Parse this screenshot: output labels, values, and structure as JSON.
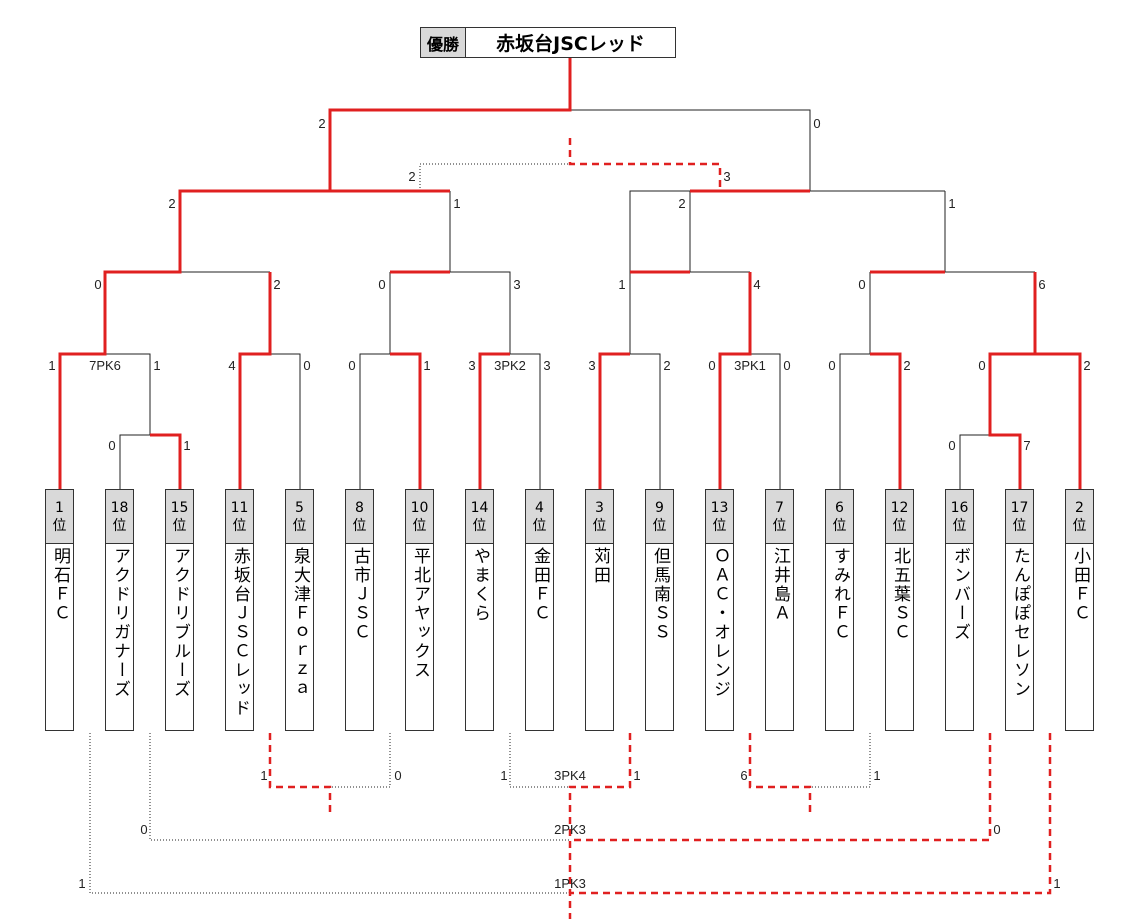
{
  "champion": {
    "label": "優勝",
    "name": "赤坂台JSCレッド"
  },
  "rank_suffix": "位",
  "teams": [
    {
      "rank": "1",
      "name": "明石ＦＣ"
    },
    {
      "rank": "18",
      "name": "アクドリガナーズ"
    },
    {
      "rank": "15",
      "name": "アクドリブルーズ"
    },
    {
      "rank": "11",
      "name": "赤坂台ＪＳＣレッド"
    },
    {
      "rank": "5",
      "name": "泉大津Ｆｏｒｚａ"
    },
    {
      "rank": "8",
      "name": "古市ＪＳＣ"
    },
    {
      "rank": "10",
      "name": "平北アヤックス"
    },
    {
      "rank": "14",
      "name": "やまくら"
    },
    {
      "rank": "4",
      "name": "金田ＦＣ"
    },
    {
      "rank": "3",
      "name": "苅田"
    },
    {
      "rank": "9",
      "name": "但馬南ＳＳ"
    },
    {
      "rank": "13",
      "name": "ＯＡＣ・オレンジ"
    },
    {
      "rank": "7",
      "name": "江井島Ａ"
    },
    {
      "rank": "6",
      "name": "すみれＦＣ"
    },
    {
      "rank": "12",
      "name": "北五葉ＳＣ"
    },
    {
      "rank": "16",
      "name": "ボンバーズ"
    },
    {
      "rank": "17",
      "name": "たんぽぽセレソン"
    },
    {
      "rank": "2",
      "name": "小田ＦＣ"
    }
  ],
  "colors": {
    "winner": "#e02020",
    "loser": "#222222",
    "box_header": "#d9d9d9"
  },
  "scores": [
    {
      "t": "2"
    },
    {
      "t": "0"
    },
    {
      "t": "2"
    },
    {
      "t": "3"
    },
    {
      "t": "2"
    },
    {
      "t": "1"
    },
    {
      "t": "2"
    },
    {
      "t": "1"
    },
    {
      "t": "0"
    },
    {
      "t": "2"
    },
    {
      "t": "0"
    },
    {
      "t": "3"
    },
    {
      "t": "1"
    },
    {
      "t": "4"
    },
    {
      "t": "0"
    },
    {
      "t": "6"
    },
    {
      "t": "1"
    },
    {
      "t": "7PK6"
    },
    {
      "t": "1"
    },
    {
      "t": "4"
    },
    {
      "t": "0"
    },
    {
      "t": "0"
    },
    {
      "t": "1"
    },
    {
      "t": "3"
    },
    {
      "t": "3PK2"
    },
    {
      "t": "3"
    },
    {
      "t": "3"
    },
    {
      "t": "2"
    },
    {
      "t": "0"
    },
    {
      "t": "3PK1"
    },
    {
      "t": "0"
    },
    {
      "t": "0"
    },
    {
      "t": "2"
    },
    {
      "t": "0"
    },
    {
      "t": "2"
    },
    {
      "t": "0"
    },
    {
      "t": "1"
    },
    {
      "t": "0"
    },
    {
      "t": "7"
    },
    {
      "t": "1"
    },
    {
      "t": "0"
    },
    {
      "t": "1"
    },
    {
      "t": "3PK4"
    },
    {
      "t": "1"
    },
    {
      "t": "6"
    },
    {
      "t": "1"
    },
    {
      "t": "0"
    },
    {
      "t": "2PK3"
    },
    {
      "t": "0"
    },
    {
      "t": "1"
    },
    {
      "t": "1PK3"
    },
    {
      "t": "1"
    }
  ]
}
